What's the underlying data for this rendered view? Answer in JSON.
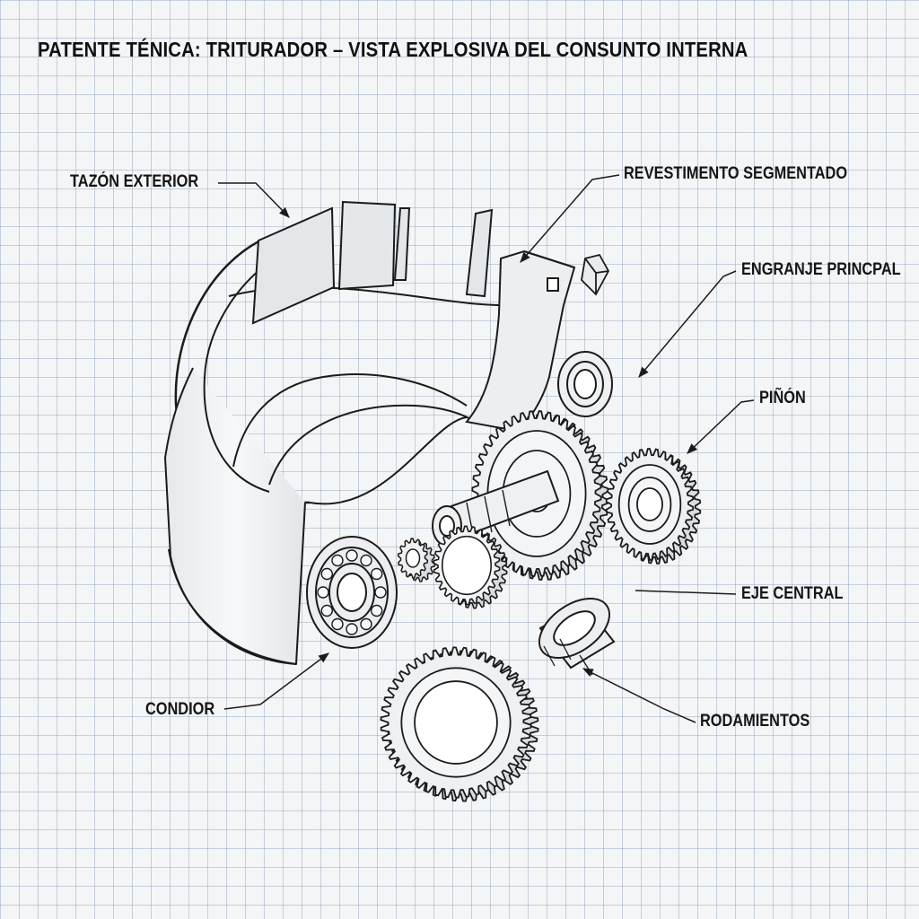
{
  "title": "PATENTE TÉNICA: TRITURADOR – VISTA EXPLOSIVA DEL CONSUNTO INTERNA",
  "labels": {
    "tazon_exterior": "TAZÓN EXTERIOR",
    "revestimento_segmentado": "REVESTIMENTO SEGMENTADO",
    "engranje_principal": "ENGRANJE PRINCPAL",
    "pinon": "PIÑÓN",
    "eje_central": "EJE CENTRAL",
    "condior": "CONDIOR",
    "rodamientos": "RODAMIENTOS"
  },
  "colors": {
    "ink": "#1b1b1b",
    "grid": "#8aa0b5",
    "paper": "#f3f5f7",
    "shade": "#d9dde2"
  }
}
